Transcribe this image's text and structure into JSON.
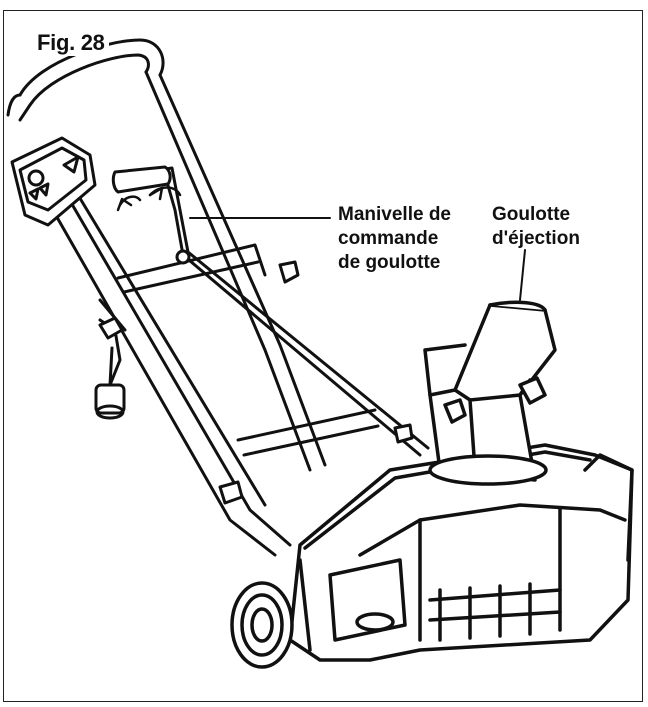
{
  "figure": {
    "label": "Fig. 28"
  },
  "callouts": {
    "crank": {
      "line1": "Manivelle de",
      "line2": "commande",
      "line3": "de goulotte"
    },
    "chute": {
      "line1": "Goulotte",
      "line2": "d'éjection"
    }
  },
  "colors": {
    "ink": "#111111",
    "paper": "#ffffff",
    "shade": "#d9d9d9"
  }
}
